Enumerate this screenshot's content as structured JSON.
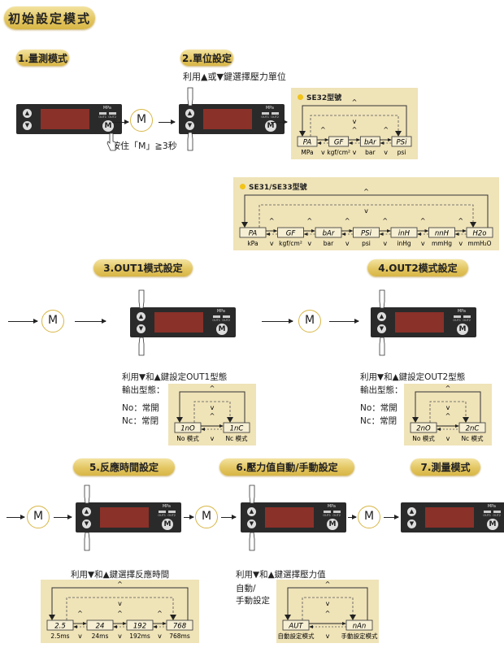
{
  "title": "初始設定模式",
  "steps": {
    "s1": "1.量測模式",
    "s2": "2.單位設定",
    "s3": "3.OUT1模式設定",
    "s4": "4.OUT2模式設定",
    "s5": "5.反應時間設定",
    "s6": "6.壓力值自動/手動設定",
    "s7": "7.測量模式"
  },
  "device": {
    "unit": "MPa",
    "out1": "OUT1",
    "out2": "OUT2",
    "m": "M",
    "up": "▲",
    "down": "▼"
  },
  "m_label": "M",
  "texts": {
    "hold_m": "按住「M」≧3秒",
    "unit_hint": "利用▲或▼鍵選擇壓力單位",
    "out1_hint": "利用▼和▲鍵設定OUT1型態",
    "out2_hint": "利用▼和▲鍵設定OUT2型態",
    "output_type": "輸出型態：",
    "no": "No：常開",
    "nc": "Nc：常閉",
    "resp_hint": "利用▼和▲鍵選擇反應時間",
    "press_hint": "利用▼和▲鍵選擇壓力值",
    "auto": "自動/",
    "manual": "手動設定"
  },
  "flows": {
    "se32": {
      "title": "SE32型號",
      "nodes": [
        {
          "code": "PA",
          "unit": "MPa"
        },
        {
          "code": "GF",
          "unit": "kgf/cm²"
        },
        {
          "code": "bAr",
          "unit": "bar"
        },
        {
          "code": "PSi",
          "unit": "psi"
        }
      ]
    },
    "se31": {
      "title": "SE31/SE33型號",
      "nodes": [
        {
          "code": "PA",
          "unit": "kPa"
        },
        {
          "code": "GF",
          "unit": "kgf/cm²"
        },
        {
          "code": "bAr",
          "unit": "bar"
        },
        {
          "code": "PSi",
          "unit": "psi"
        },
        {
          "code": "inH",
          "unit": "inHg"
        },
        {
          "code": "nnH",
          "unit": "mmHg"
        },
        {
          "code": "H2o",
          "unit": "mmH₂O"
        }
      ]
    },
    "out1": {
      "nodes": [
        {
          "code": "1nO",
          "unit": "No 模式"
        },
        {
          "code": "1nC",
          "unit": "Nc 模式"
        }
      ]
    },
    "out2": {
      "nodes": [
        {
          "code": "2nO",
          "unit": "No 模式"
        },
        {
          "code": "2nC",
          "unit": "Nc 模式"
        }
      ]
    },
    "resp": {
      "nodes": [
        {
          "code": "2.5",
          "unit": "2.5ms"
        },
        {
          "code": "24",
          "unit": "24ms"
        },
        {
          "code": "192",
          "unit": "192ms"
        },
        {
          "code": "768",
          "unit": "768ms"
        }
      ]
    },
    "press": {
      "nodes": [
        {
          "code": "AUT",
          "unit": "自動設定模式"
        },
        {
          "code": "nAn",
          "unit": "手動設定模式"
        }
      ]
    }
  },
  "carets": {
    "up": "^",
    "down": "v"
  }
}
